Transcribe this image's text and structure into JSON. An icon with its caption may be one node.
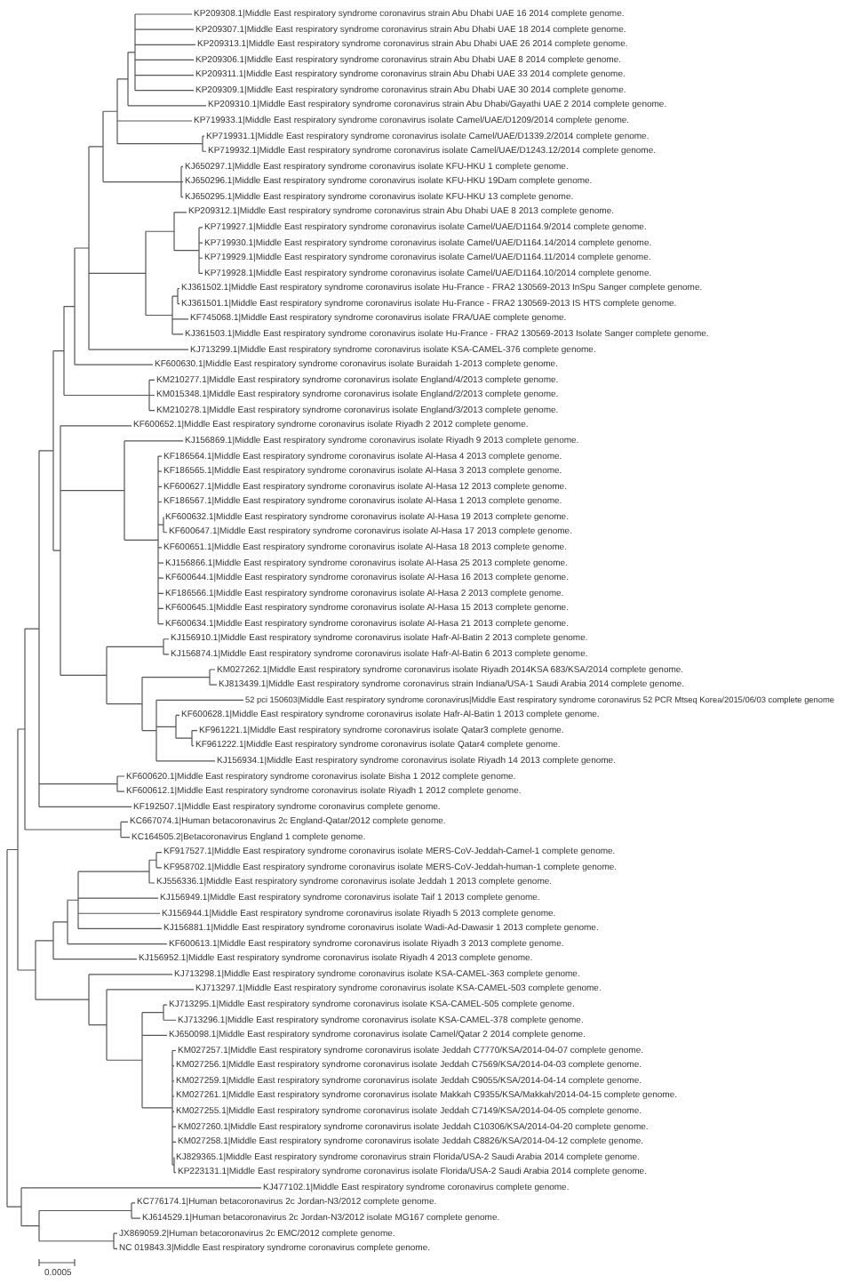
{
  "diagram": {
    "labels": [
      "KP209308.1|Middle East respiratory syndrome coronavirus strain Abu Dhabi UAE 16 2014 complete genome.",
      "KP209307.1|Middle East respiratory syndrome coronavirus strain Abu Dhabi UAE 18 2014 complete genome.",
      "KP209313.1|Middle East respiratory syndrome coronavirus strain Abu Dhabi UAE 26 2014 complete genome.",
      "KP209306.1|Middle East respiratory syndrome coronavirus strain Abu Dhabi UAE 8 2014 complete genome.",
      "KP209311.1|Middle East respiratory syndrome coronavirus strain Abu Dhabi UAE 33 2014 complete genome.",
      "KP209309.1|Middle East respiratory syndrome coronavirus strain Abu Dhabi UAE 30 2014 complete genome.",
      "KP209310.1|Middle East respiratory syndrome coronavirus strain Abu Dhabi/Gayathi UAE 2 2014 complete genome.",
      "KP719933.1|Middle East respiratory syndrome coronavirus isolate Camel/UAE/D1209/2014 complete genome.",
      "KP719931.1|Middle East respiratory syndrome coronavirus isolate Camel/UAE/D1339.2/2014 complete genome.",
      "KP719932.1|Middle East respiratory syndrome coronavirus isolate Camel/UAE/D1243.12/2014 complete genome.",
      "KJ650297.1|Middle East respiratory syndrome coronavirus isolate KFU-HKU 1 complete genome.",
      "KJ650296.1|Middle East respiratory syndrome coronavirus isolate KFU-HKU 19Dam complete genome.",
      "KJ650295.1|Middle East respiratory syndrome coronavirus isolate KFU-HKU 13 complete genome.",
      "KP209312.1|Middle East respiratory syndrome coronavirus strain Abu Dhabi UAE 8 2013 complete genome.",
      "KP719927.1|Middle East respiratory syndrome coronavirus isolate Camel/UAE/D1164.9/2014 complete genome.",
      "KP719930.1|Middle East respiratory syndrome coronavirus isolate Camel/UAE/D1164.14/2014 complete genome.",
      "KP719929.1|Middle East respiratory syndrome coronavirus isolate Camel/UAE/D1164.11/2014 complete genome.",
      "KP719928.1|Middle East respiratory syndrome coronavirus isolate Camel/UAE/D1164.10/2014 complete genome.",
      "KJ361502.1|Middle East respiratory syndrome coronavirus isolate Hu-France - FRA2 130569-2013 InSpu Sanger complete genome.",
      "KJ361501.1|Middle East respiratory syndrome coronavirus isolate Hu-France - FRA2 130569-2013 IS HTS complete genome.",
      "KF745068.1|Middle East respiratory syndrome coronavirus isolate FRA/UAE complete genome.",
      "KJ361503.1|Middle East respiratory syndrome coronavirus isolate Hu-France - FRA2 130569-2013 Isolate Sanger complete genome.",
      "KJ713299.1|Middle East respiratory syndrome coronavirus isolate KSA-CAMEL-376 complete genome.",
      "KF600630.1|Middle East respiratory syndrome coronavirus isolate Buraidah 1-2013 complete genome.",
      "KM210277.1|Middle East respiratory syndrome coronavirus isolate England/4/2013 complete genome.",
      "KM015348.1|Middle East respiratory syndrome coronavirus isolate England/2/2013 complete genome.",
      "KM210278.1|Middle East respiratory syndrome coronavirus isolate England/3/2013 complete genome.",
      "KF600652.1|Middle East respiratory syndrome coronavirus isolate Riyadh 2 2012 complete genome.",
      "KJ156869.1|Middle East respiratory syndrome coronavirus isolate Riyadh 9 2013 complete genome.",
      "KF186564.1|Middle East respiratory syndrome coronavirus isolate Al-Hasa 4 2013 complete genome.",
      "KF186565.1|Middle East respiratory syndrome coronavirus isolate Al-Hasa 3 2013 complete genome.",
      "KF600627.1|Middle East respiratory syndrome coronavirus isolate Al-Hasa 12 2013 complete genome.",
      "KF186567.1|Middle East respiratory syndrome coronavirus isolate Al-Hasa 1 2013 complete genome.",
      "KF600632.1|Middle East respiratory syndrome coronavirus isolate Al-Hasa 19 2013 complete genome.",
      "KF600647.1|Middle East respiratory syndrome coronavirus isolate Al-Hasa 17 2013 complete genome.",
      "KF600651.1|Middle East respiratory syndrome coronavirus isolate Al-Hasa 18 2013 complete genome.",
      "KJ156866.1|Middle East respiratory syndrome coronavirus isolate Al-Hasa 25 2013 complete genome.",
      "KF600644.1|Middle East respiratory syndrome coronavirus isolate Al-Hasa 16 2013 complete genome.",
      "KF186566.1|Middle East respiratory syndrome coronavirus isolate Al-Hasa 2 2013 complete genome.",
      "KF600645.1|Middle East respiratory syndrome coronavirus isolate Al-Hasa 15 2013 complete genome.",
      "KF600634.1|Middle East respiratory syndrome coronavirus isolate Al-Hasa 21 2013 complete genome.",
      "KJ156910.1|Middle East respiratory syndrome coronavirus isolate Hafr-Al-Batin 2 2013 complete genome.",
      "KJ156874.1|Middle East respiratory syndrome coronavirus isolate Hafr-Al-Batin 6 2013 complete genome.",
      "KM027262.1|Middle East respiratory syndrome coronavirus isolate Riyadh 2014KSA 683/KSA/2014 complete genome.",
      "KJ813439.1|Middle East respiratory syndrome coronavirus strain Indiana/USA-1 Saudi Arabia 2014 complete genome.",
      "52 pci 150603|Middle East respiratory syndrome coronavirus|Middle East respiratory syndrome coronavirus 52 PCR Mtseq Korea/2015/06/03 complete genome",
      "KF600628.1|Middle East respiratory syndrome coronavirus isolate Hafr-Al-Batin 1 2013 complete genome.",
      "KF961221.1|Middle East respiratory syndrome coronavirus isolate Qatar3 complete genome.",
      "KF961222.1|Middle East respiratory syndrome coronavirus isolate Qatar4 complete genome.",
      "KJ156934.1|Middle East respiratory syndrome coronavirus isolate Riyadh 14 2013 complete genome.",
      "KF600620.1|Middle East respiratory syndrome coronavirus isolate Bisha 1 2012 complete genome.",
      "KF600612.1|Middle East respiratory syndrome coronavirus isolate Riyadh 1 2012 complete genome.",
      "KF192507.1|Middle East respiratory syndrome coronavirus complete genome.",
      "KC667074.1|Human betacoronavirus 2c England-Qatar/2012 complete genome.",
      "KC164505.2|Betacoronavirus England 1 complete genome.",
      "KF917527.1|Middle East respiratory syndrome coronavirus isolate MERS-CoV-Jeddah-Camel-1 complete genome.",
      "KF958702.1|Middle East respiratory syndrome coronavirus isolate MERS-CoV-Jeddah-human-1 complete genome.",
      "KJ556336.1|Middle East respiratory syndrome coronavirus isolate Jeddah 1 2013 complete genome.",
      "KJ156949.1|Middle East respiratory syndrome coronavirus isolate Taif 1 2013 complete genome.",
      "KJ156944.1|Middle East respiratory syndrome coronavirus isolate Riyadh 5 2013 complete genome.",
      "KJ156881.1|Middle East respiratory syndrome coronavirus isolate Wadi-Ad-Dawasir 1 2013 complete genome.",
      "KF600613.1|Middle East respiratory syndrome coronavirus isolate Riyadh 3 2013 complete genome.",
      "KJ156952.1|Middle East respiratory syndrome coronavirus isolate Riyadh 4 2013 complete genome.",
      "KJ713298.1|Middle East respiratory syndrome coronavirus isolate KSA-CAMEL-363 complete genome.",
      "KJ713297.1|Middle East respiratory syndrome coronavirus isolate KSA-CAMEL-503 complete genome.",
      "KJ713295.1|Middle East respiratory syndrome coronavirus isolate KSA-CAMEL-505 complete genome.",
      "KJ713296.1|Middle East respiratory syndrome coronavirus isolate KSA-CAMEL-378 complete genome.",
      "KJ650098.1|Middle East respiratory syndrome coronavirus isolate Camel/Qatar 2 2014 complete genome.",
      "KM027257.1|Middle East respiratory syndrome coronavirus isolate Jeddah C7770/KSA/2014-04-07 complete genome.",
      "KM027256.1|Middle East respiratory syndrome coronavirus isolate Jeddah C7569/KSA/2014-04-03 complete genome.",
      "KM027259.1|Middle East respiratory syndrome coronavirus isolate Jeddah C9055/KSA/2014-04-14 complete genome.",
      "KM027261.1|Middle East respiratory syndrome coronavirus isolate Makkah C9355/KSA/Makkah/2014-04-15 complete genome.",
      "KM027255.1|Middle East respiratory syndrome coronavirus isolate Jeddah C7149/KSA/2014-04-05 complete genome.",
      "KM027260.1|Middle East respiratory syndrome coronavirus isolate Jeddah C10306/KSA/2014-04-20 complete genome.",
      "KM027258.1|Middle East respiratory syndrome coronavirus isolate Jeddah C8826/KSA/2014-04-12 complete genome.",
      "KJ829365.1|Middle East respiratory syndrome coronavirus strain Florida/USA-2 Saudi Arabia 2014 complete genome.",
      "KP223131.1|Middle East respiratory syndrome coronavirus isolate Florida/USA-2 Saudi Arabia 2014 complete genome.",
      "KJ477102.1|Middle East respiratory syndrome coronavirus complete genome.",
      "KC776174.1|Human betacoronavirus 2c Jordan-N3/2012 complete genome.",
      "KJ614529.1|Human betacoronavirus 2c Jordan-N3/2012 isolate MG167 complete genome.",
      "JX869059.2|Human betacoronavirus 2c EMC/2012 complete genome.",
      "NC 019843.3|Middle East respiratory syndrome coronavirus complete genome.",
      "0.0005"
    ]
  }
}
